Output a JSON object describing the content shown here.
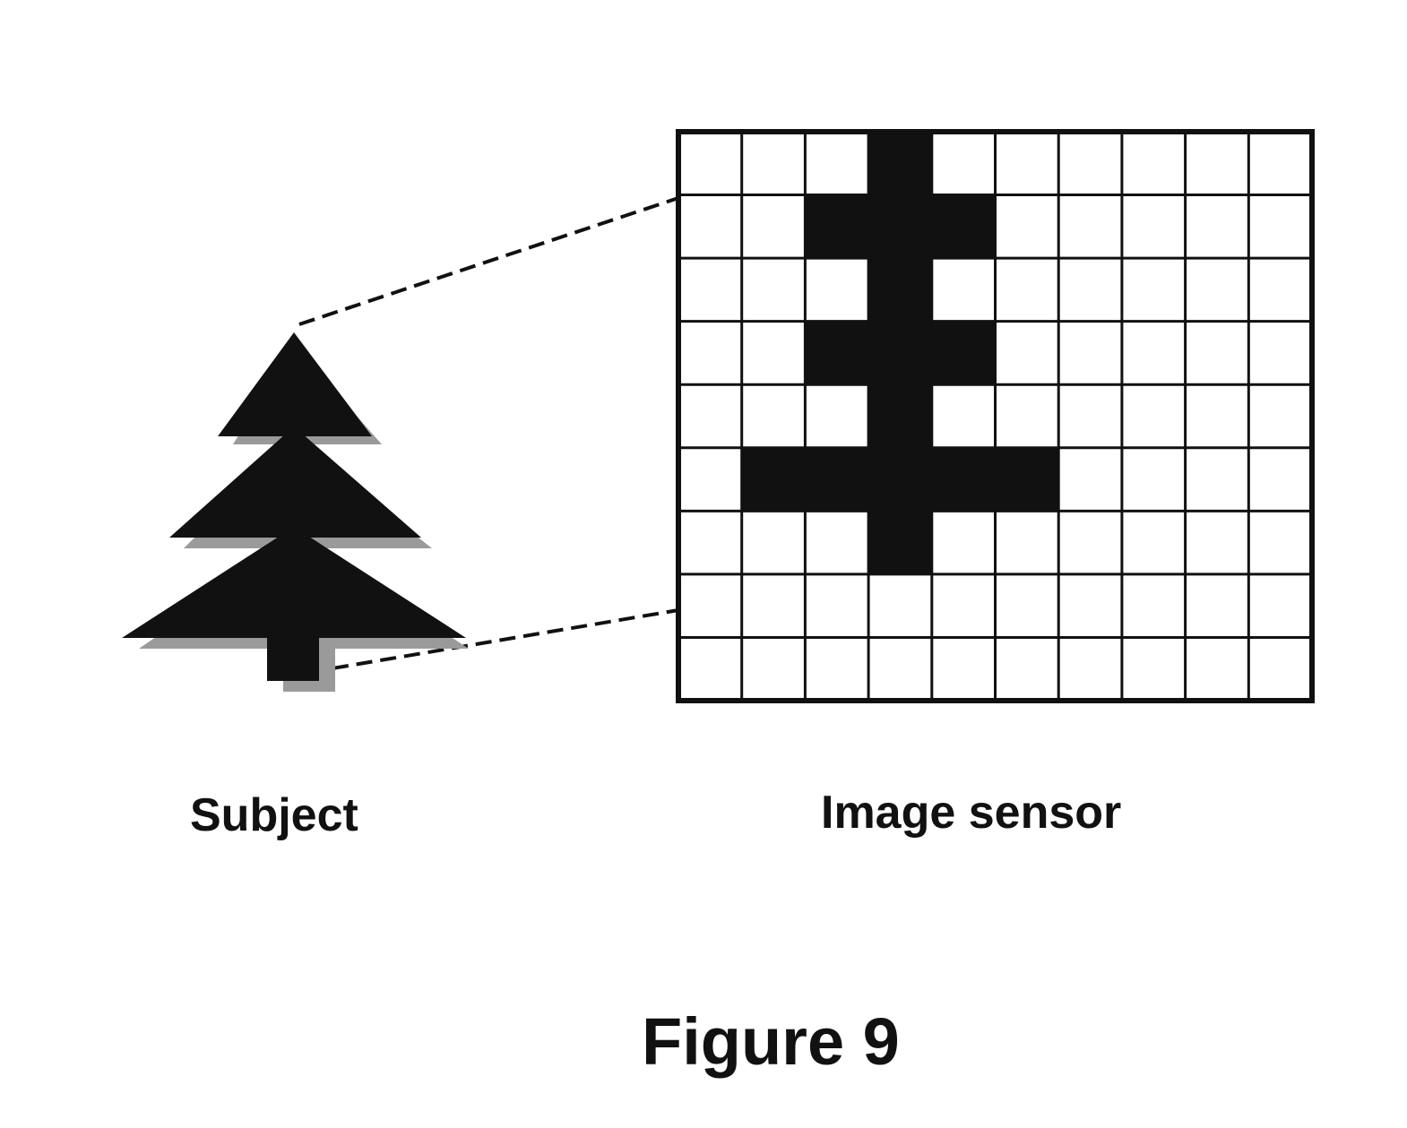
{
  "labels": {
    "subject": "Subject",
    "image_sensor": "Image sensor",
    "figure": "Figure 9"
  },
  "sensor": {
    "rows": 9,
    "cols": 10,
    "filled_cells": [
      [
        0,
        3
      ],
      [
        1,
        2
      ],
      [
        1,
        3
      ],
      [
        1,
        4
      ],
      [
        2,
        3
      ],
      [
        3,
        2
      ],
      [
        3,
        3
      ],
      [
        3,
        4
      ],
      [
        4,
        3
      ],
      [
        5,
        1
      ],
      [
        5,
        2
      ],
      [
        5,
        3
      ],
      [
        5,
        4
      ],
      [
        5,
        5
      ],
      [
        6,
        3
      ]
    ]
  },
  "colors": {
    "ink": "#111111",
    "tree_shadow": "#9a9a9a",
    "background": "#ffffff"
  }
}
